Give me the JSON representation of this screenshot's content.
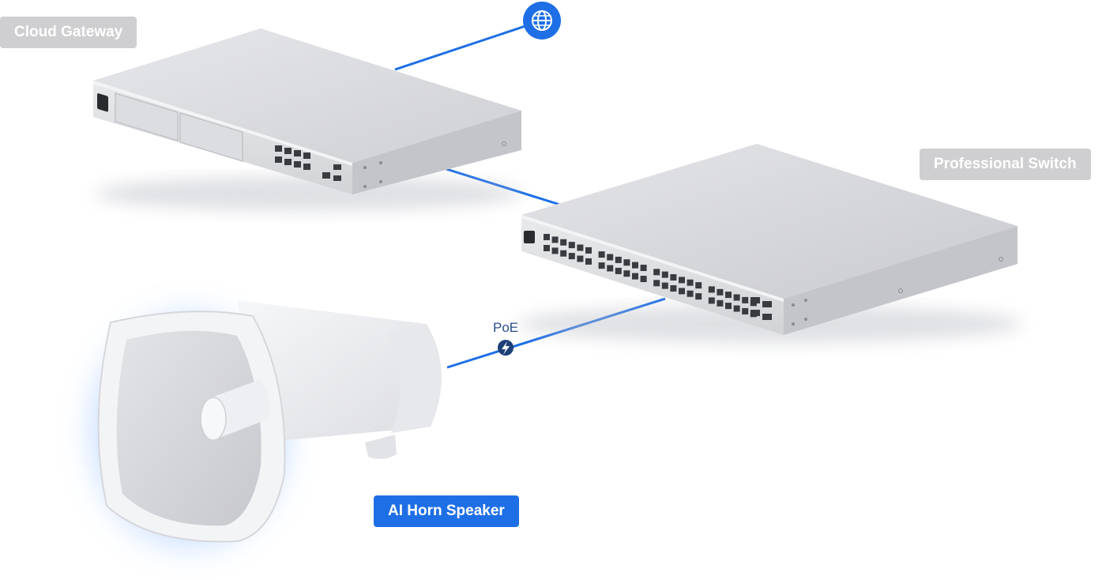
{
  "labels": {
    "cloud_gateway": "Cloud Gateway",
    "professional_switch": "Professional Switch",
    "ai_horn_speaker": "AI Horn Speaker",
    "poe": "PoE"
  },
  "icons": {
    "internet": "globe-icon",
    "power": "lightning-bolt-icon"
  },
  "colors": {
    "link_blue": "#1e6fe6",
    "label_gray": "#cfcfd1",
    "device_silver": "#d9dadd",
    "glow_blue": "#7fb2ff"
  }
}
